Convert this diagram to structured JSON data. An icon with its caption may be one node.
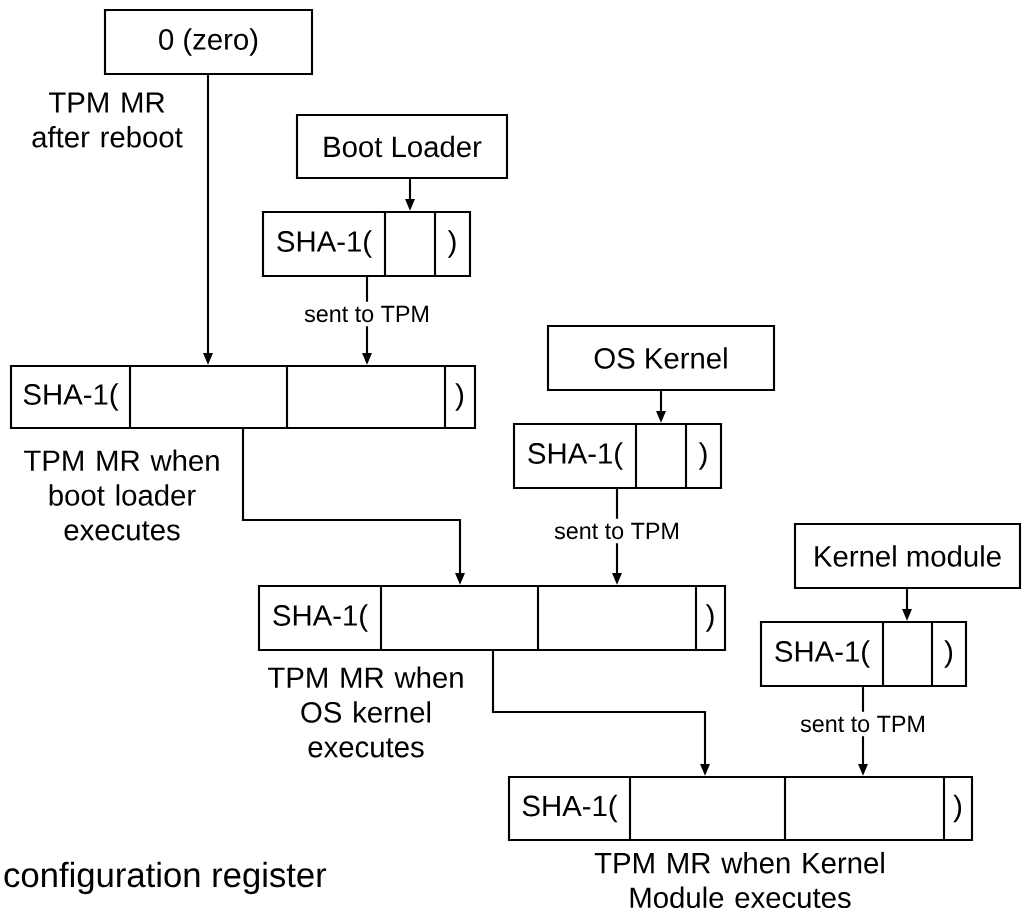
{
  "diagram": {
    "nodes": [
      {
        "text": [
          "0 (zero)"
        ],
        "beside": [
          "TPM MR after reboot"
        ]
      },
      {
        "text": [
          "Boot Loader"
        ]
      },
      {
        "text": [
          "SHA-1(",
          ")"
        ]
      },
      {
        "text": [
          "SHA-1(",
          ")"
        ],
        "beside": [
          "TPM MR when boot loader executes"
        ]
      },
      {
        "text": [
          "OS Kernel"
        ]
      },
      {
        "text": [
          "SHA-1(",
          ")"
        ]
      },
      {
        "text": [
          "SHA-1(",
          ")"
        ],
        "beside": [
          "TPM MR when OS kernel executes"
        ]
      },
      {
        "text": [
          "Kernel module"
        ]
      },
      {
        "text": [
          "SHA-1(",
          ")"
        ]
      },
      {
        "text": [
          "SHA-1(",
          ")"
        ],
        "beside": [
          "TPM MR when Kernel Module executes"
        ]
      }
    ],
    "edges": [
      {
        "from": 0,
        "to": 3,
        "arrow": "to"
      },
      {
        "from": 1,
        "to": 2,
        "arrow": "to"
      },
      {
        "from": 2,
        "to": 3,
        "arrow": "to",
        "label": "sent to TPM"
      },
      {
        "from": 3,
        "to": 6,
        "arrow": "to"
      },
      {
        "from": 4,
        "to": 5,
        "arrow": "to"
      },
      {
        "from": 5,
        "to": 6,
        "arrow": "to",
        "label": "sent to TPM"
      },
      {
        "from": 6,
        "to": 9,
        "arrow": "to"
      },
      {
        "from": 7,
        "to": 8,
        "arrow": "to"
      },
      {
        "from": 8,
        "to": 9,
        "arrow": "to",
        "label": "sent to TPM"
      }
    ],
    "labels": [
      "configuration register"
    ]
  }
}
